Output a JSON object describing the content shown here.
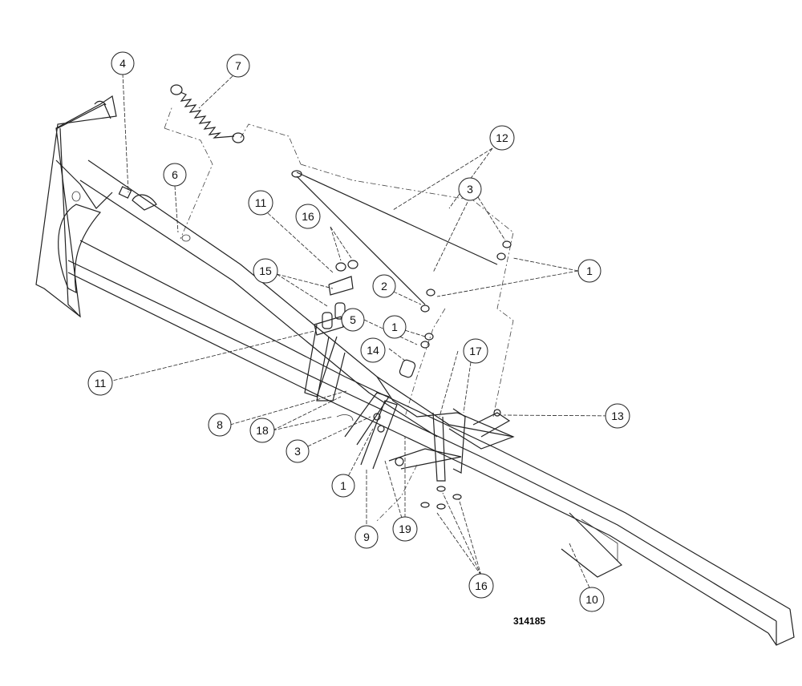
{
  "drawing_number": "314185",
  "callouts": [
    {
      "id": "c4",
      "label": "4"
    },
    {
      "id": "c7",
      "label": "7"
    },
    {
      "id": "c6",
      "label": "6"
    },
    {
      "id": "c12",
      "label": "12"
    },
    {
      "id": "c3a",
      "label": "3"
    },
    {
      "id": "c11a",
      "label": "11"
    },
    {
      "id": "c16a",
      "label": "16"
    },
    {
      "id": "c1a",
      "label": "1"
    },
    {
      "id": "c15",
      "label": "15"
    },
    {
      "id": "c2",
      "label": "2"
    },
    {
      "id": "c5",
      "label": "5"
    },
    {
      "id": "c1b",
      "label": "1"
    },
    {
      "id": "c14",
      "label": "14"
    },
    {
      "id": "c17",
      "label": "17"
    },
    {
      "id": "c11b",
      "label": "11"
    },
    {
      "id": "c13",
      "label": "13"
    },
    {
      "id": "c8",
      "label": "8"
    },
    {
      "id": "c18",
      "label": "18"
    },
    {
      "id": "c3b",
      "label": "3"
    },
    {
      "id": "c1c",
      "label": "1"
    },
    {
      "id": "c9",
      "label": "9"
    },
    {
      "id": "c19",
      "label": "19"
    },
    {
      "id": "c16b",
      "label": "16"
    },
    {
      "id": "c10",
      "label": "10"
    }
  ]
}
